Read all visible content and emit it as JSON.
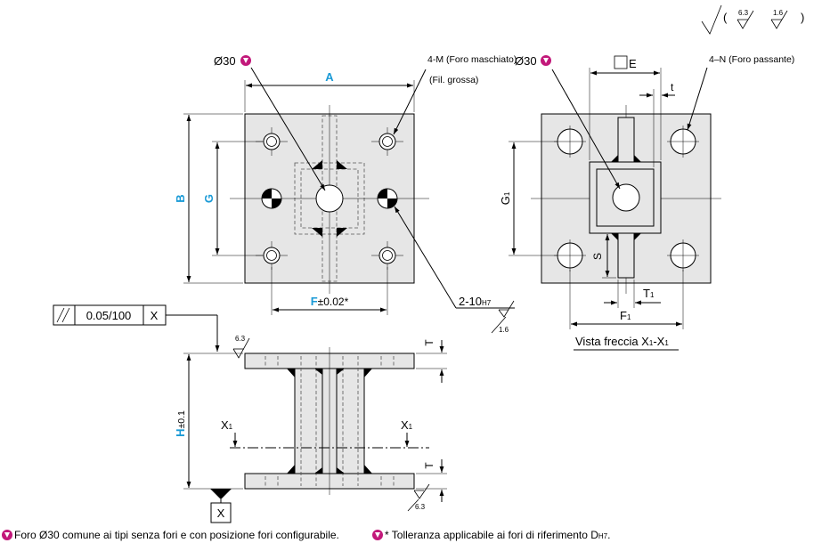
{
  "surface_finish": {
    "overall_a": "6.3",
    "overall_b": "1.6",
    "face_top": "6.3",
    "face_bottom": "6.3",
    "ref_hole": "1.6"
  },
  "top_view": {
    "hole_center": "Ø30",
    "dim_a": "A",
    "dim_b": "B",
    "dim_g": "G",
    "dim_f": "F",
    "dim_f_tol": "±0.02*",
    "thread_holes": "4-M (Foro maschiato)",
    "thread_note": "(Fil. grossa)",
    "ref_holes": "2-10",
    "ref_tol": "H7"
  },
  "arrow_view": {
    "hole_center": "Ø30",
    "dim_e": "E",
    "dim_t": "t",
    "through_holes": "4–N (Foro passante)",
    "dim_g1": "G",
    "dim_g1_sub": "1",
    "dim_s": "S",
    "dim_t1": "T",
    "dim_t1_sub": "1",
    "dim_f1": "F",
    "dim_f1_sub": "1",
    "caption": "Vista freccia X",
    "caption_sub1": "1",
    "caption_dash": "-X",
    "caption_sub2": "1"
  },
  "side_view": {
    "parallelism_value": "0.05/100",
    "datum_ref": "X",
    "datum_label": "X",
    "dim_h": "H",
    "dim_h_tol": "±0.1",
    "dim_t": "T",
    "section_left": "X",
    "section_left_sub": "1",
    "section_right": "X",
    "section_right_sub": "1"
  },
  "footnotes": {
    "note1": "Foro Ø30 comune ai tipi senza fori e con posizione fori configurabile.",
    "note2": "* Tolleranza applicabile ai fori di riferimento D",
    "note2_sub": "H7",
    "note2_end": "."
  }
}
